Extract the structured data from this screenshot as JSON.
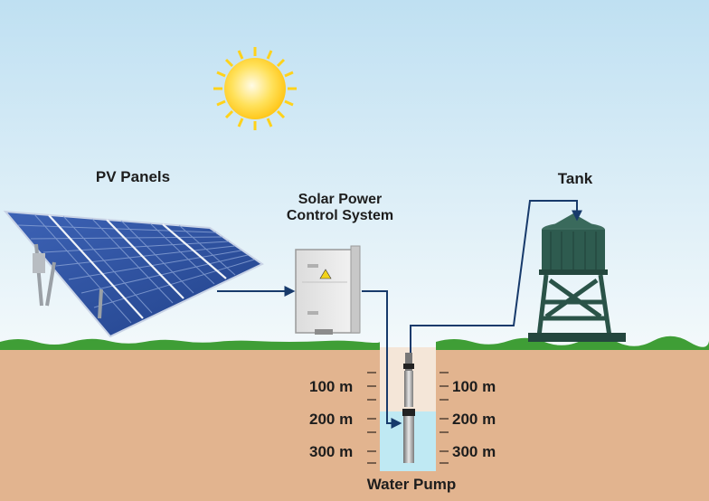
{
  "labels": {
    "pv_panels": "PV Panels",
    "control_system_line1": "Solar Power",
    "control_system_line2": "Control System",
    "tank": "Tank",
    "water_pump": "Water Pump"
  },
  "depth_markers": {
    "left": [
      "100 m",
      "200 m",
      "300 m"
    ],
    "right": [
      "100 m",
      "200 m",
      "300 m"
    ]
  },
  "colors": {
    "sky_top": "#bfe0f2",
    "sky_bottom": "#f2f8fb",
    "grass": "#3f9e36",
    "soil": "#e2b48f",
    "well_water": "#bfe9f3",
    "arrow": "#173a6b",
    "panel": "#2b4d9a",
    "tank": "#2e5b4f",
    "sun": "#ffd21a"
  }
}
